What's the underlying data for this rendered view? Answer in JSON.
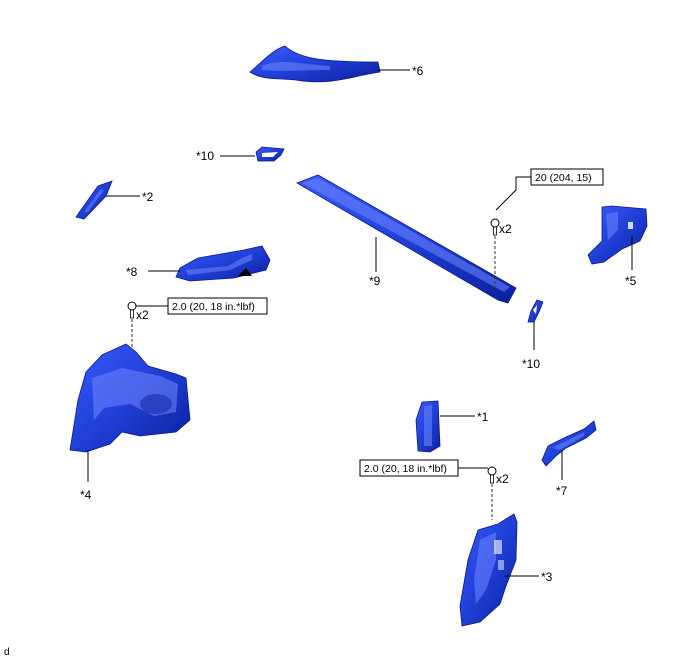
{
  "parts": [
    {
      "id": "p1",
      "label": "*1"
    },
    {
      "id": "p2",
      "label": "*2"
    },
    {
      "id": "p3",
      "label": "*3"
    },
    {
      "id": "p4",
      "label": "*4"
    },
    {
      "id": "p5",
      "label": "*5"
    },
    {
      "id": "p6",
      "label": "*6"
    },
    {
      "id": "p7",
      "label": "*7"
    },
    {
      "id": "p8",
      "label": "*8"
    },
    {
      "id": "p9",
      "label": "*9"
    },
    {
      "id": "p10a",
      "label": "*10"
    },
    {
      "id": "p10b",
      "label": "*10"
    }
  ],
  "torques": {
    "right_top": "20 (204, 15)",
    "left": "2.0 (20, 18 in.*lbf)",
    "right_bottom": "2.0 (20, 18 in.*lbf)"
  },
  "bolt_qty": {
    "right_top": "x2",
    "left": "x2",
    "right_bottom": "x2"
  },
  "corner_mark": "d",
  "colors": {
    "part_blue": "#1f3fd6",
    "part_dark": "#0b1f9e",
    "line": "#000000"
  }
}
